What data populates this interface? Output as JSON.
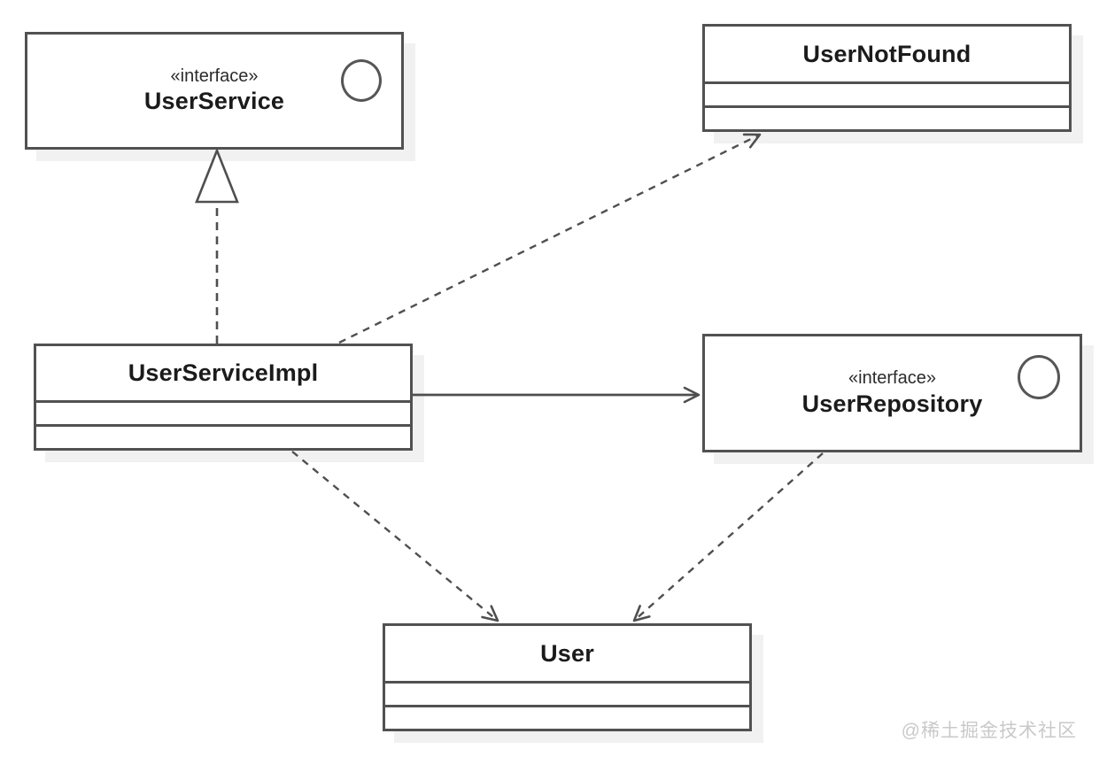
{
  "diagram": {
    "type": "uml-class-diagram",
    "classes": [
      {
        "stereotype": "«interface»",
        "name": "UserService",
        "kind": "interface",
        "icon": "interface-lollipop-icon",
        "empty_compartments": 0
      },
      {
        "stereotype": "",
        "name": "UserNotFound",
        "kind": "class",
        "icon": "",
        "empty_compartments": 2
      },
      {
        "stereotype": "",
        "name": "UserServiceImpl",
        "kind": "class",
        "icon": "",
        "empty_compartments": 2
      },
      {
        "stereotype": "«interface»",
        "name": "UserRepository",
        "kind": "interface",
        "icon": "interface-lollipop-icon",
        "empty_compartments": 0
      },
      {
        "stereotype": "",
        "name": "User",
        "kind": "class",
        "icon": "",
        "empty_compartments": 2
      }
    ],
    "relationships": [
      {
        "from": "UserServiceImpl",
        "to": "UserService",
        "type": "realization",
        "line": "dashed",
        "arrowhead": "hollow-triangle"
      },
      {
        "from": "UserServiceImpl",
        "to": "UserNotFound",
        "type": "dependency",
        "line": "dashed",
        "arrowhead": "open"
      },
      {
        "from": "UserServiceImpl",
        "to": "UserRepository",
        "type": "association",
        "line": "solid",
        "arrowhead": "open"
      },
      {
        "from": "UserServiceImpl",
        "to": "User",
        "type": "dependency",
        "line": "dashed",
        "arrowhead": "open"
      },
      {
        "from": "UserRepository",
        "to": "User",
        "type": "dependency",
        "line": "dashed",
        "arrowhead": "open"
      }
    ],
    "colors": {
      "border": "#515151",
      "line": "#4f4f4f",
      "background": "#ffffff",
      "box_shadow": "#f1f1f1",
      "text": "#1b1b1b",
      "watermark": "#c9c9c9"
    }
  },
  "watermark": {
    "text": "@稀土掘金技术社区"
  }
}
